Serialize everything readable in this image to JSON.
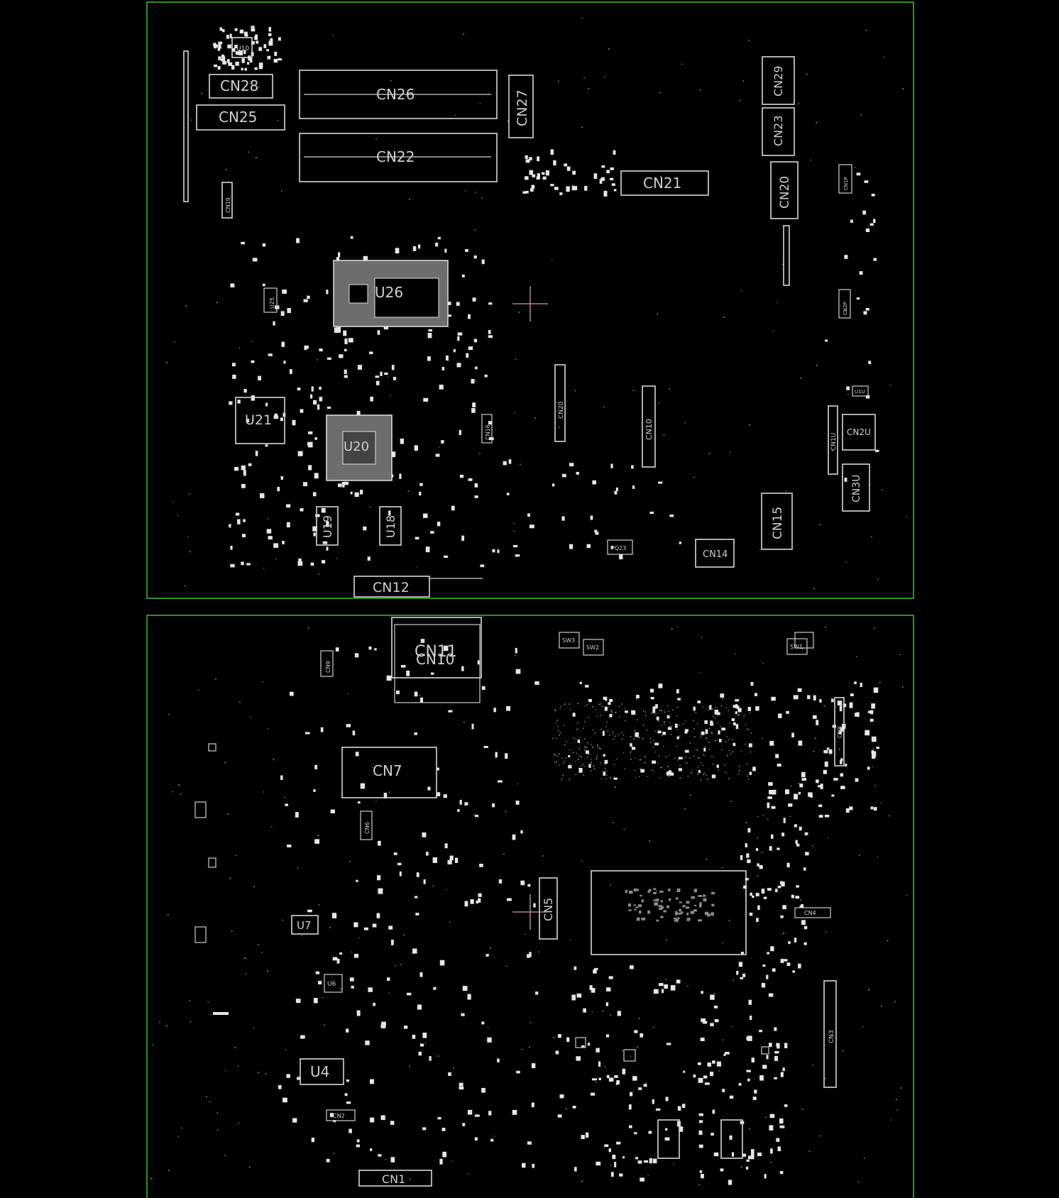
{
  "title": "",
  "colors": {
    "background": "#000000",
    "board_outline": "#3fae3f",
    "silkscreen": "#d8d8d8",
    "via": "#5a8f86",
    "marker": "#c9a0a0"
  },
  "top_side": {
    "components": {
      "u10": "U10",
      "cn28": "CN28",
      "cn25": "CN25",
      "cn26": "CN26",
      "cn22": "CN22",
      "cn27": "CN27",
      "cn29": "CN29",
      "cn23": "CN23",
      "cn21": "CN21",
      "cn20": "CN20",
      "cn19": "CN19",
      "u25": "U25",
      "u26": "U26",
      "u21": "U21",
      "u20": "U20",
      "u19": "U19",
      "u18": "U18",
      "cn12": "CN12",
      "cn10": "CN10",
      "cn16": "CN16",
      "cn20b": "CN20",
      "cn15": "CN15",
      "cn14": "CN14",
      "pq23": "PQ23",
      "cn1u": "CN1U",
      "cn2u": "CN2U",
      "cn3u": "CN3U",
      "cn1p": "CN1P",
      "cn2p": "CN2P",
      "u1u": "U1U"
    }
  },
  "bottom_side": {
    "components": {
      "cn11": "CN11",
      "cn10": "CN10",
      "cn9": "CN9",
      "cn7": "CN7",
      "cn8": "CN8",
      "cn6": "CN6",
      "cn5": "CN5",
      "cn4": "CN4",
      "cn3": "CN3",
      "cn2": "CN2",
      "cn1": "CN1",
      "u7": "U7",
      "u4": "U4",
      "u6": "U6",
      "sw3": "SW3",
      "sw2": "SW2",
      "sw1": "SW1"
    }
  }
}
